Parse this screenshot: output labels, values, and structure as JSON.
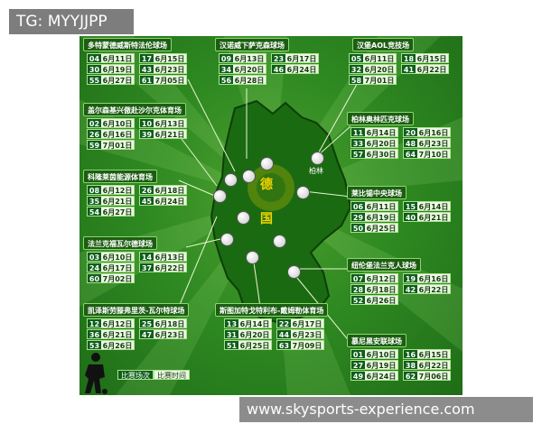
{
  "tg_label": "TG: MYYJJPP",
  "watermark": "www.skysports-experience.com",
  "map": {
    "country_char_1": "德",
    "country_char_2": "国",
    "berlin_label": "柏林"
  },
  "legend": {
    "match_no": "比赛场次",
    "match_date": "比赛时间"
  },
  "stadiums": [
    {
      "name": "多特蒙德威斯特法伦球场",
      "cols": [
        [
          [
            "04",
            "6月11日"
          ],
          [
            "30",
            "6月19日"
          ],
          [
            "55",
            "6月27日"
          ]
        ],
        [
          [
            "17",
            "6月15日"
          ],
          [
            "43",
            "6月23日"
          ],
          [
            "61",
            "7月05日"
          ]
        ]
      ]
    },
    {
      "name": "汉诺威下萨克森球场",
      "cols": [
        [
          [
            "09",
            "6月13日"
          ],
          [
            "34",
            "6月20日"
          ],
          [
            "56",
            "6月28日"
          ]
        ],
        [
          [
            "23",
            "6月17日"
          ],
          [
            "46",
            "6月24日"
          ]
        ]
      ]
    },
    {
      "name": "汉堡AOL竞技场",
      "cols": [
        [
          [
            "05",
            "6月11日"
          ],
          [
            "32",
            "6月20日"
          ],
          [
            "58",
            "7月01日"
          ]
        ],
        [
          [
            "18",
            "6月15日"
          ],
          [
            "41",
            "6月22日"
          ]
        ]
      ]
    },
    {
      "name": "盖尔森基兴傲赴沙尔克体育场",
      "cols": [
        [
          [
            "02",
            "6月10日"
          ],
          [
            "26",
            "6月16日"
          ],
          [
            "59",
            "7月01日"
          ]
        ],
        [
          [
            "10",
            "6月13日"
          ],
          [
            "39",
            "6月21日"
          ]
        ]
      ]
    },
    {
      "name": "柏林奥林匹克球场",
      "cols": [
        [
          [
            "11",
            "6月14日"
          ],
          [
            "33",
            "6月20日"
          ],
          [
            "57",
            "6月30日"
          ]
        ],
        [
          [
            "20",
            "6月16日"
          ],
          [
            "48",
            "6月23日"
          ],
          [
            "64",
            "7月10日"
          ]
        ]
      ]
    },
    {
      "name": "科隆莱茵能源体育场",
      "cols": [
        [
          [
            "08",
            "6月12日"
          ],
          [
            "35",
            "6月21日"
          ],
          [
            "54",
            "6月27日"
          ]
        ],
        [
          [
            "26",
            "6月18日"
          ],
          [
            "45",
            "6月24日"
          ]
        ]
      ]
    },
    {
      "name": "莱比锡中央球场",
      "cols": [
        [
          [
            "06",
            "6月11日"
          ],
          [
            "29",
            "6月19日"
          ],
          [
            "50",
            "6月25日"
          ]
        ],
        [
          [
            "15",
            "6月14日"
          ],
          [
            "40",
            "6月21日"
          ]
        ]
      ]
    },
    {
      "name": "法兰克福瓦尔德球场",
      "cols": [
        [
          [
            "03",
            "6月10日"
          ],
          [
            "24",
            "6月17日"
          ],
          [
            "60",
            "7月02日"
          ]
        ],
        [
          [
            "14",
            "6月13日"
          ],
          [
            "37",
            "6月22日"
          ]
        ]
      ]
    },
    {
      "name": "纽伦堡法兰克人球场",
      "cols": [
        [
          [
            "07",
            "6月12日"
          ],
          [
            "28",
            "6月18日"
          ],
          [
            "52",
            "6月26日"
          ]
        ],
        [
          [
            "19",
            "6月16日"
          ],
          [
            "42",
            "6月22日"
          ]
        ]
      ]
    },
    {
      "name": "凯泽斯劳滕弗里茨-瓦尔特球场",
      "cols": [
        [
          [
            "12",
            "6月12日"
          ],
          [
            "36",
            "6月21日"
          ],
          [
            "53",
            "6月26日"
          ]
        ],
        [
          [
            "25",
            "6月18日"
          ],
          [
            "47",
            "6月23日"
          ]
        ]
      ]
    },
    {
      "name": "斯图加特戈特利布-戴姆勒体育场",
      "cols": [
        [
          [
            "13",
            "6月14日"
          ],
          [
            "31",
            "6月20日"
          ],
          [
            "51",
            "6月25日"
          ]
        ],
        [
          [
            "22",
            "6月17日"
          ],
          [
            "44",
            "6月23日"
          ],
          [
            "63",
            "7月09日"
          ]
        ]
      ]
    },
    {
      "name": "慕尼黑安联球场",
      "cols": [
        [
          [
            "01",
            "6月10日"
          ],
          [
            "27",
            "6月19日"
          ],
          [
            "49",
            "6月24日"
          ]
        ],
        [
          [
            "16",
            "6月15日"
          ],
          [
            "38",
            "6月22日"
          ],
          [
            "62",
            "7月06日"
          ]
        ]
      ]
    }
  ]
}
